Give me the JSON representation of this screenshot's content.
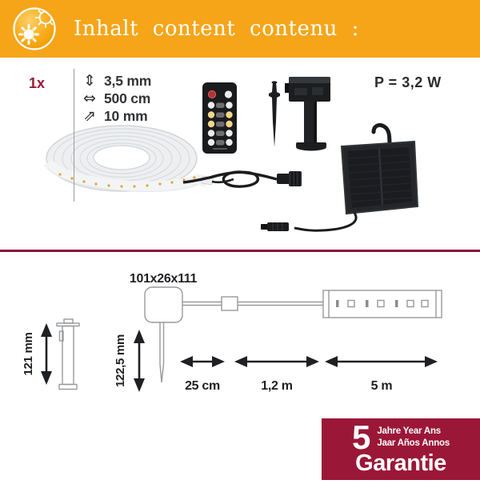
{
  "header": {
    "title": "Inhalt content contenu :"
  },
  "colors": {
    "header_bg": "#F6A519",
    "accent_red": "#9B1737",
    "outline_gray": "#97999c"
  },
  "contents": {
    "quantity_label": "1x",
    "specs": [
      {
        "name": "strip-height",
        "glyph": "⇕",
        "value": "3,5 mm"
      },
      {
        "name": "strip-length",
        "glyph": "⇔",
        "value": "500 cm"
      },
      {
        "name": "strip-width",
        "glyph": "⇗",
        "value": "10 mm"
      }
    ],
    "power_label": "P = 3,2 W"
  },
  "diagram": {
    "solar_box_dimensions": "101x26x111",
    "post_height": "121 mm",
    "spike_height": "122,5 mm",
    "distance_labels": [
      "25 cm",
      "1,2 m",
      "5 m"
    ]
  },
  "warranty": {
    "years": "5",
    "line1": "Jahre Year Ans",
    "line2": "Jaar Años Annos",
    "title": "Garantie"
  }
}
